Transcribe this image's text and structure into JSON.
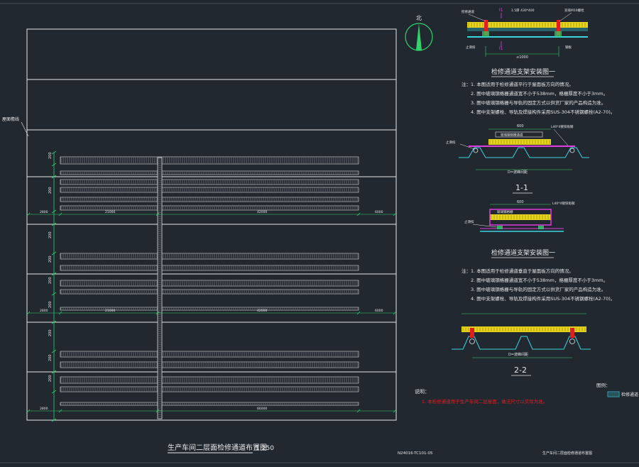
{
  "drawing": {
    "title": "生产车间二层面检修通道布置图",
    "scale": "1:250",
    "drawing_no": "N24016-TC101-05",
    "bottom_caption": "生产车间二层面检修通道布置图",
    "north": "北",
    "left_callout": "屋面檐线",
    "tick_hint": "D"
  },
  "plan": {
    "dims_left": [
      "200",
      "200",
      "200",
      "200",
      "200",
      "200",
      "200",
      "200",
      "200"
    ],
    "row_bottom_dims": [
      {
        "left": "2800",
        "mid": "21000",
        "right": "42000",
        "end": "6000"
      },
      {
        "left": "2800",
        "mid": "21000",
        "right": "42000",
        "end": "6000"
      },
      {
        "left": "2800",
        "mid": "",
        "right": "66000",
        "end": ""
      }
    ]
  },
  "detail1": {
    "title": "检修通道支架安装图一",
    "top_labels": [
      "检修通道",
      "I1",
      "1.5厚 430*400",
      "双排M10螺栓"
    ],
    "bottom_labels": [
      "止滑扣",
      "I1",
      "≤1000",
      "钢板"
    ],
    "notes_title": "注：",
    "notes": [
      "1. 本图适用于检修通道平行于屋面板方向的情况。",
      "2. 图中玻璃钢格栅通道宽不小于538mm，格栅厚度不小于3mm。",
      "3. 图中玻璃钢格栅与导轨的固定方式以供货厂家的产品构造为准。",
      "4. 图中支架螺栓、导轨及焊接构件采用SUS-304不锈钢螺栓(A2-70)。"
    ]
  },
  "section1": {
    "label": "1-1",
    "top_dim": "600",
    "label_a": "玻璃钢格栅通道",
    "label_b": "L40*4镀锌角钢",
    "label_c": "止滑扣",
    "bottom_dim": "D=波峰间距"
  },
  "detail2": {
    "title": "检修通道支架安装图一",
    "top_dim": "600",
    "label_a": "L40*4镀锌角钢",
    "label_b": "玻璃钢格栅",
    "label_c": "止滑扣",
    "notes_title": "注：",
    "notes": [
      "1. 本图适用于检修通道垂直于屋面板方向的情况。",
      "2. 图中玻璃钢格栅通道宽不小于538mm，格栅厚度不小于3mm。",
      "3. 图中玻璃钢格栅与导轨的固定方式以供货厂家的产品构造为准。",
      "4. 图中支架螺栓、导轨及焊接构件采用SUS-304不锈钢螺栓(A2-70)。"
    ]
  },
  "section2": {
    "label": "2-2",
    "bottom_dim": "D=波峰间距"
  },
  "notes_bottom": {
    "title": "说明：",
    "text": "1. 本检修通道用于生产车间二层屋面，做法尺寸以实际为准。"
  },
  "legend": {
    "title": "图例：",
    "item": "检修通道"
  },
  "colors": {
    "background": "#222830",
    "line": "#e6e6e6",
    "dim": "#2fd36a",
    "yellow": "#e8d51b",
    "magenta": "#e03ce0",
    "red": "#e11e1e",
    "cyan": "#39d5e0"
  }
}
